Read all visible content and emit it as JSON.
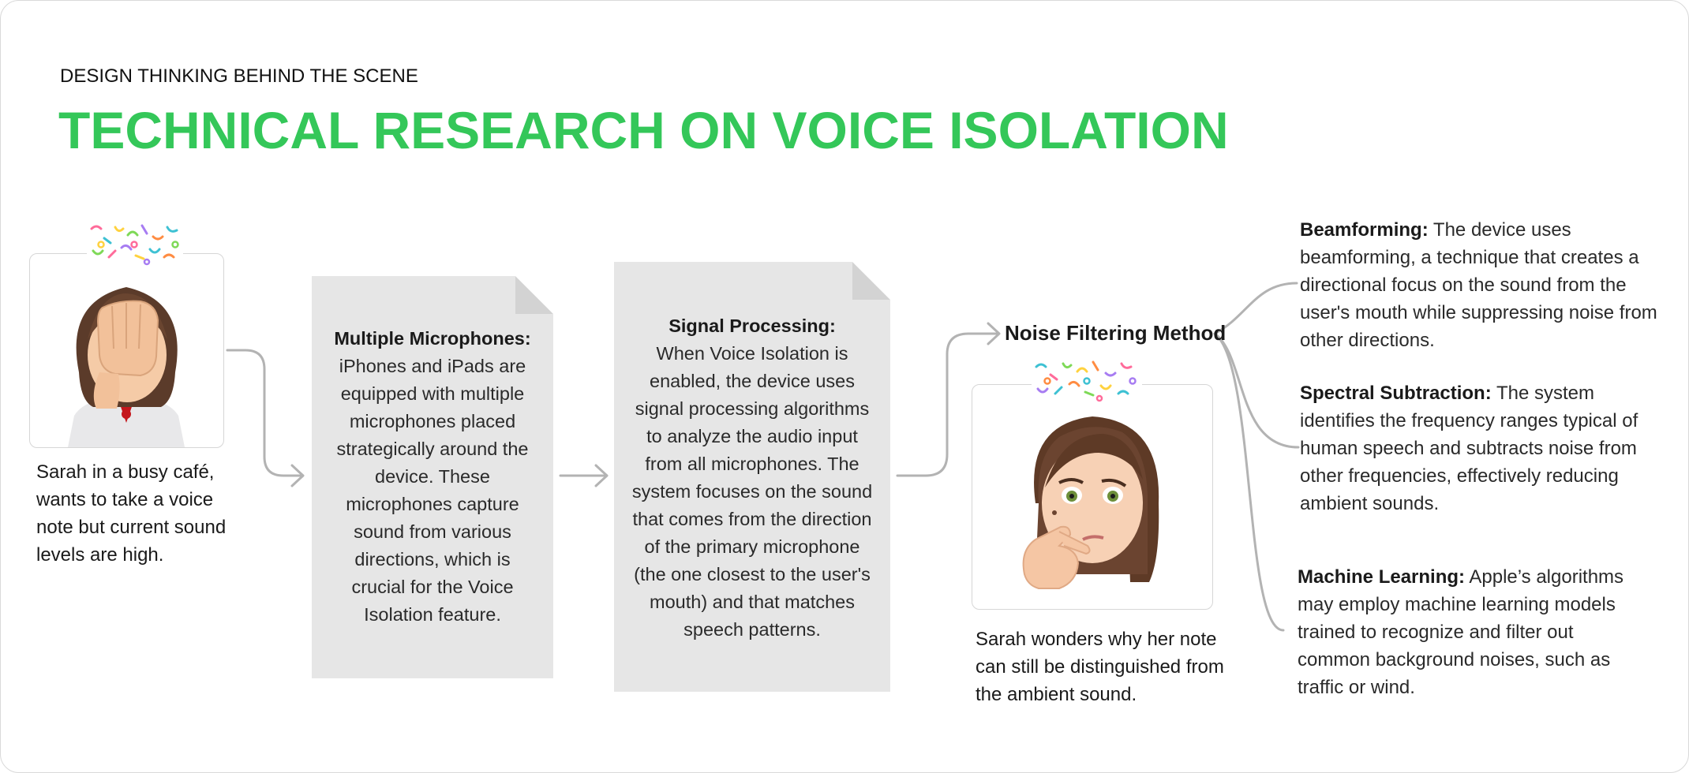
{
  "header": {
    "kicker": "DESIGN THINKING BEHIND THE SCENE",
    "title": "TECHNICAL RESEARCH ON VOICE ISOLATION"
  },
  "scene": {
    "caption": "Sarah in a busy café, wants to take a voice note but current sound levels are high.",
    "icon": "facepalm-avatar-icon"
  },
  "steps": [
    {
      "heading": "Multiple Microphones:",
      "body": "iPhones and iPads are equipped with multiple microphones placed strategically around the device. These microphones capture sound from various directions, which is crucial for the Voice Isolation feature."
    },
    {
      "heading": "Signal Processing:",
      "body": "When Voice Isolation is enabled, the device uses signal processing algorithms to analyze the audio input from all microphones. The system focuses on the sound that comes from the direction of the primary microphone (the one closest to the user's mouth) and that matches speech patterns."
    }
  ],
  "method": {
    "title": "Noise Filtering Method",
    "caption": "Sarah wonders why her note can still be distinguished from the ambient sound.",
    "icon": "thinking-avatar-icon"
  },
  "methods": [
    {
      "heading": "Beamforming:",
      "body": "The device uses beamforming, a technique that creates a directional focus on the sound from the user's mouth while suppressing noise from other directions."
    },
    {
      "heading": "Spectral Subtraction:",
      "body": "The system identifies the frequency ranges typical of human speech and subtracts noise from other frequencies, effectively reducing ambient sounds."
    },
    {
      "heading": "Machine Learning:",
      "body": "Apple’s algorithms may employ machine learning models trained to recognize and filter out common background noises, such as traffic or wind."
    }
  ],
  "colors": {
    "accent": "#34c759",
    "card": "#e6e6e6",
    "connector": "#b3b3b3"
  }
}
